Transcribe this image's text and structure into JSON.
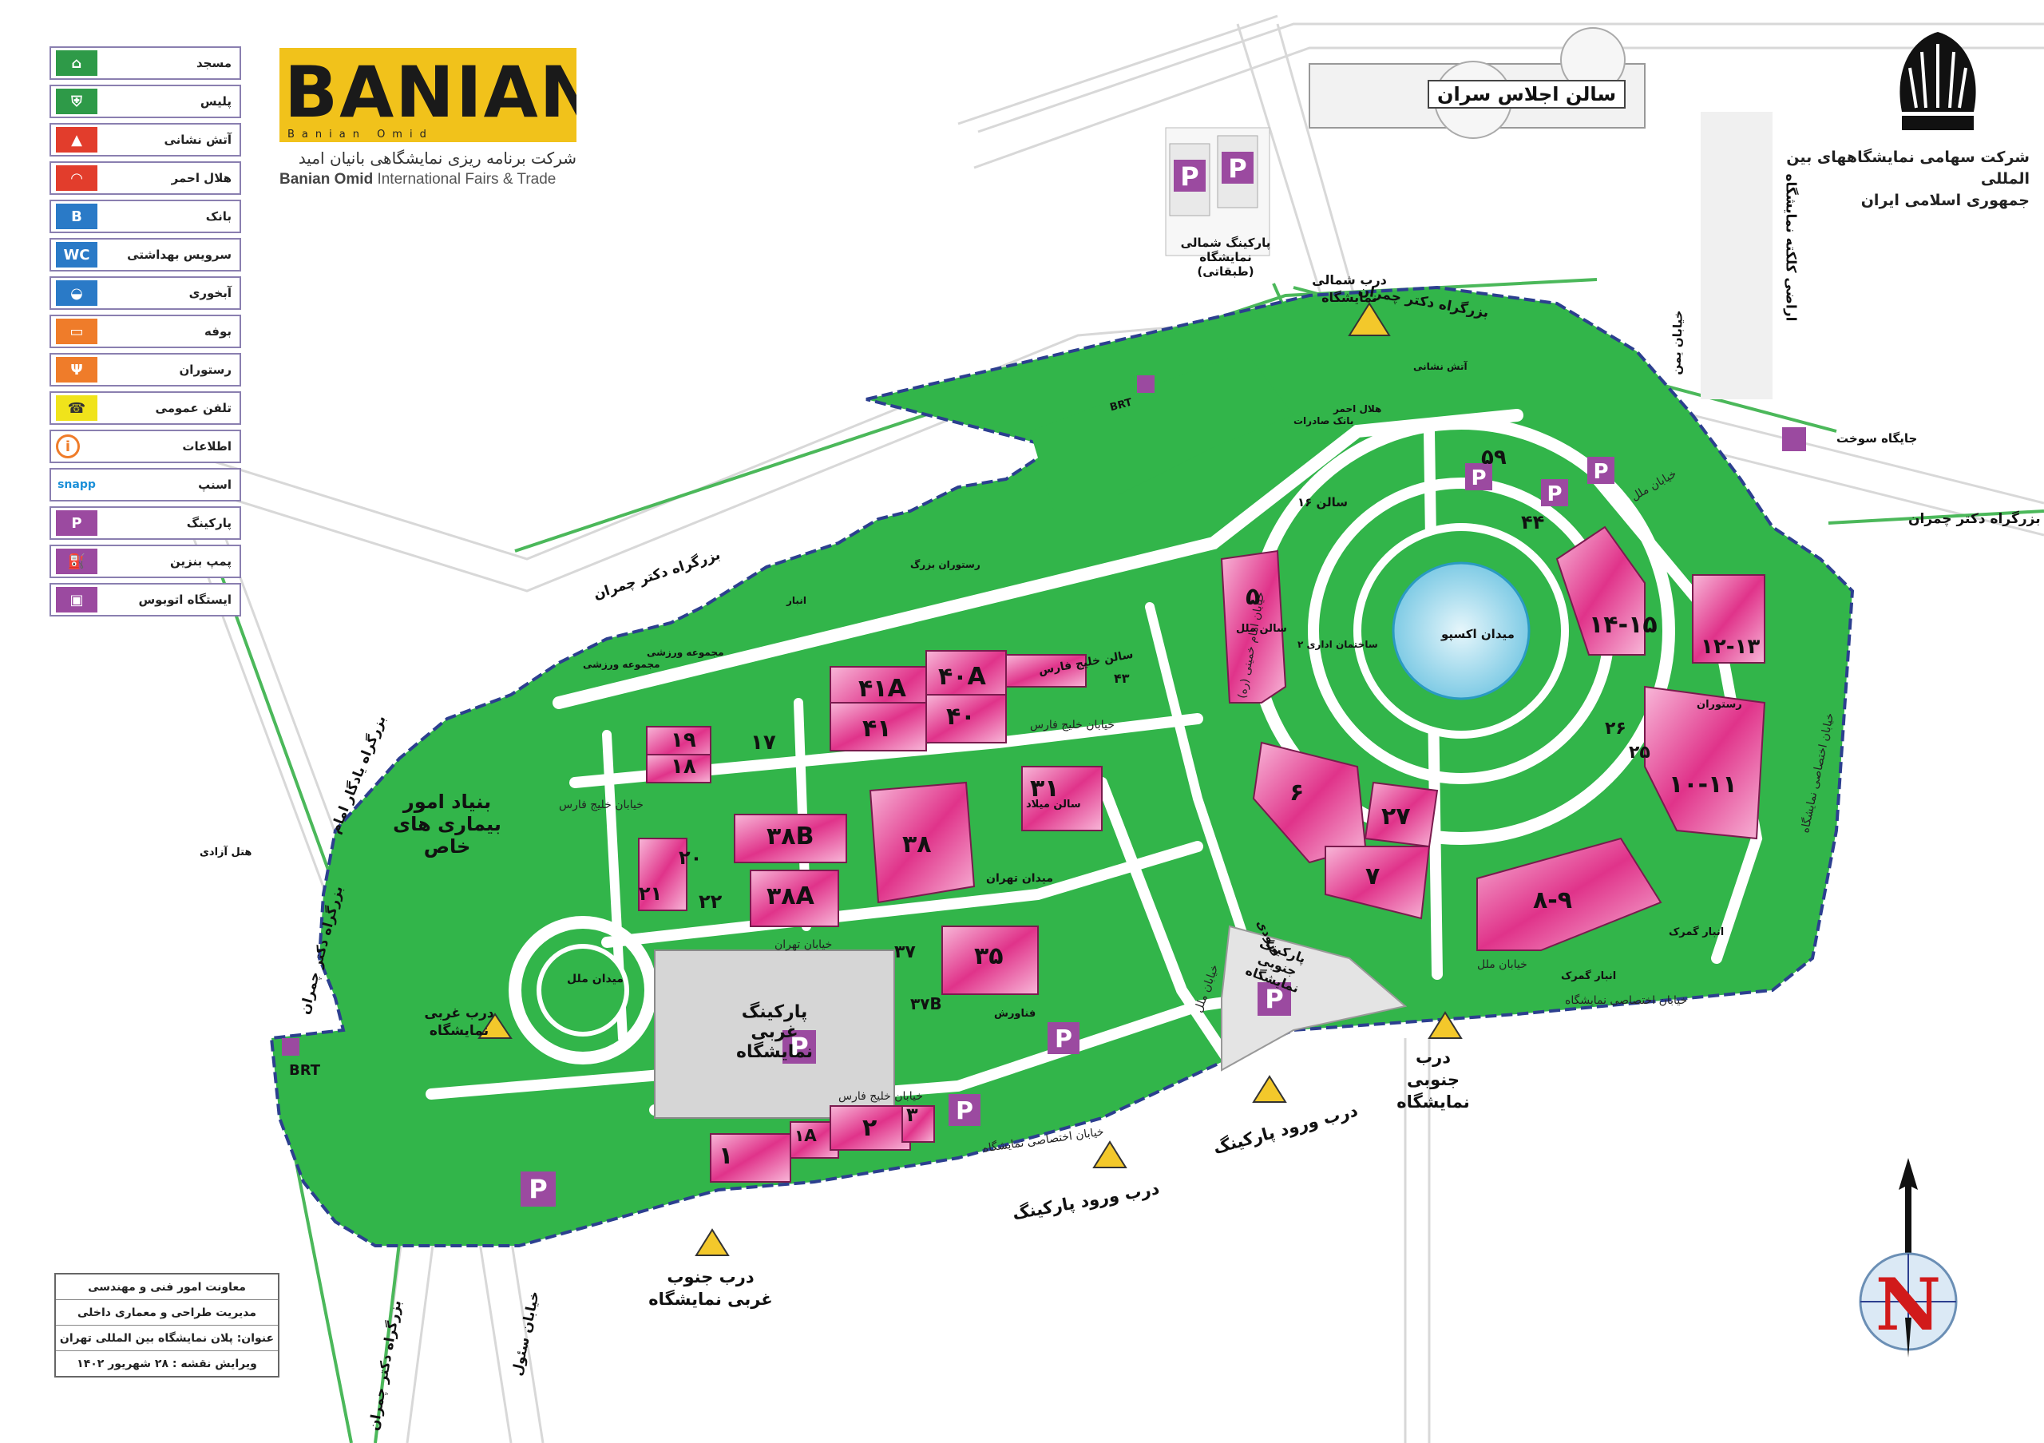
{
  "legend": {
    "items": [
      {
        "label": "مسجد",
        "icon": "mosque-icon",
        "color": "#2e9a48"
      },
      {
        "label": "پلیس",
        "icon": "police-icon",
        "color": "#2e9a48"
      },
      {
        "label": "آتش نشانی",
        "icon": "fire-station-icon",
        "color": "#e23d2c"
      },
      {
        "label": "هلال احمر",
        "icon": "red-crescent-icon",
        "color": "#e23d2c"
      },
      {
        "label": "بانک",
        "icon": "bank-icon",
        "color": "#2a7ac7"
      },
      {
        "label": "سرویس بهداشتی",
        "icon": "wc-icon",
        "color": "#2a7ac7"
      },
      {
        "label": "آبخوری",
        "icon": "water-fountain-icon",
        "color": "#2a7ac7"
      },
      {
        "label": "بوفه",
        "icon": "buffet-icon",
        "color": "#ef7c2a"
      },
      {
        "label": "رستوران",
        "icon": "restaurant-icon",
        "color": "#ef7c2a"
      },
      {
        "label": "تلفن عمومی",
        "icon": "phone-icon",
        "color": "#f0e31b"
      },
      {
        "label": "اطلاعات",
        "icon": "information-icon",
        "color": "#ffffff"
      },
      {
        "label": "اسنپ",
        "icon": "snapp-icon",
        "color": "#ffffff"
      },
      {
        "label": "پارکینگ",
        "icon": "parking-icon",
        "color": "#9b4aa0"
      },
      {
        "label": "پمپ بنزین",
        "icon": "gas-station-icon",
        "color": "#9b4aa0"
      },
      {
        "label": "ایستگاه اتوبوس",
        "icon": "bus-stop-icon",
        "color": "#9b4aa0"
      }
    ],
    "glyphs": {
      "wc": "WC",
      "bank": "B",
      "parking": "P",
      "snapp": "snapp",
      "phone": "☎",
      "info": "i"
    }
  },
  "logos": {
    "banian": {
      "latin": "BANIAN",
      "small": "Banian Omid",
      "persian": "شرکت برنامه ریزی نمایشگاهی بانیان امید",
      "english_bold": "Banian Omid",
      "english_rest": " International Fairs & Trade"
    },
    "company": {
      "line1": "شرکت سهامی نمایشگاههای بین المللی",
      "line2": "جمهوری اسلامی ایران"
    }
  },
  "roads": {
    "chamran_north": "بزرگراه دکتر چمران",
    "chamran_north_2": "بزرگراه دکتر چمران",
    "chamran_east": "بزرگراه دکتر چمران",
    "chamran_west": "بزرگراه دکتر چمران",
    "chamran_west_2": "بزرگراه دکتر چمران",
    "yadegar": "بزرگراه یادگار امام",
    "saoul": "خیابان سئول",
    "yaman": "خیابان یمن"
  },
  "places": {
    "conference_hall": "سالن اجلاس سران",
    "north_parking": "پارکینگ شمالی نمایشگاه (طبقاتی)",
    "kalhor_lands": "اراضی کلکته نمایشگاه",
    "gas_station": "جایگاه سوخت",
    "foundation": "بنیاد امور بیماری های خاص",
    "azadi_hotel": "هتل آزادی",
    "expo_square": "میدان اکسپو",
    "west_parking": "پارکینگ غربی نمایشگاه",
    "south_parking": "پارکینگ جنوبی نمایشگاه",
    "tehran_square": "میدان تهران",
    "mellat_square": "میدان ملل",
    "fire_north": "آتش نشانی",
    "bank_saderat": "بانک صادرات",
    "red_crescent": "هلال احمر",
    "sports_1": "مجموعه ورزشی",
    "sports_2": "مجموعه ورزشی",
    "warehouse": "انبار",
    "customs": "انبار گمرک",
    "customs_2": "انبار گمرک",
    "planetarium": "فناورش",
    "admin_building": "ساختمان اداری ۲",
    "big_restaurant": "رستوران بزرگ",
    "restaurant_e": "رستوران"
  },
  "streets": {
    "persian_gulf_1": "خیابان خلیج فارس",
    "persian_gulf_2": "خیابان خلیج فارس",
    "persian_gulf_3": "خیابان خلیج فارس",
    "tehran_st": "خیابان تهران",
    "mellat_1": "خیابان ملل",
    "mellat_2": "خیابان ملل",
    "mellat_3": "خیابان ملل",
    "imam": "خیابان امام خمینی (ره)",
    "exclusive_north": "خیابان اختصاصی نمایشگاه",
    "exclusive_south": "خیابان اختصاصی نمایشگاه",
    "exclusive_east": "خیابان اختصاصی نمایشگاه"
  },
  "halls": [
    {
      "label": "۵",
      "sub": "سالن ملل"
    },
    {
      "label": "۱۴-۱۵"
    },
    {
      "label": "۱۲-۱۳"
    },
    {
      "label": "۱۰-۱۱"
    },
    {
      "label": "۸-۹"
    },
    {
      "label": "۶"
    },
    {
      "label": "۷"
    },
    {
      "label": "۲۷"
    },
    {
      "label": "۴۱A"
    },
    {
      "label": "۴۰A"
    },
    {
      "label": "۴۱"
    },
    {
      "label": "۴۰"
    },
    {
      "label": "۳۸B"
    },
    {
      "label": "۳۸"
    },
    {
      "label": "۳۸A"
    },
    {
      "label": "۳۵"
    },
    {
      "label": "۳۱"
    },
    {
      "label": "۱۹"
    },
    {
      "label": "۱۸"
    },
    {
      "label": "۱۷"
    },
    {
      "label": "۲۰"
    },
    {
      "label": "۲۱"
    },
    {
      "label": "۲۲"
    },
    {
      "label": "۱"
    },
    {
      "label": "۱A"
    },
    {
      "label": "۲"
    },
    {
      "label": "۳"
    },
    {
      "label": "۵۹"
    },
    {
      "label": "۴۴"
    },
    {
      "label": "۴۳"
    },
    {
      "label": "۲۶"
    },
    {
      "label": "۲۵"
    },
    {
      "label": "۳۷"
    },
    {
      "label": "۳۷B"
    }
  ],
  "hall_names": {
    "persian_gulf": "سالن خلیج فارس",
    "milad": "سالن میلاد",
    "hall16": "سالن ۱۶"
  },
  "gates": {
    "north": "درب شمالی نمایشگاه",
    "west": "درب غربی نمایشگاه",
    "south_west": "درب جنوب غربی نمایشگاه",
    "parking_entry_1": "درب ورود پارکینگ",
    "parking_entry_2": "درب ورود پارکینگ",
    "south": "درب جنوبی نمایشگاه",
    "entry": "ورودی"
  },
  "transit": {
    "brt_north": "BRT",
    "brt_west": "BRT"
  },
  "info_box": {
    "line1": "معاونت امور فنی و مهندسی",
    "line2": "مدیریت طراحی و معماری داخلی",
    "line3": "عنوان: پلان نمایشگاه بین المللی تهران",
    "line4": "ویرایش نقشه : ۲۸ شهریور ۱۴۰۲"
  },
  "compass": {
    "letter": "N"
  },
  "colors": {
    "green": "#32b54a",
    "hall_pink": "#e0338a",
    "boundary": "#2c3f8f",
    "parking": "#9b4aa0",
    "road": "#e8e8e8",
    "gate_marker": "#f3c82b"
  }
}
